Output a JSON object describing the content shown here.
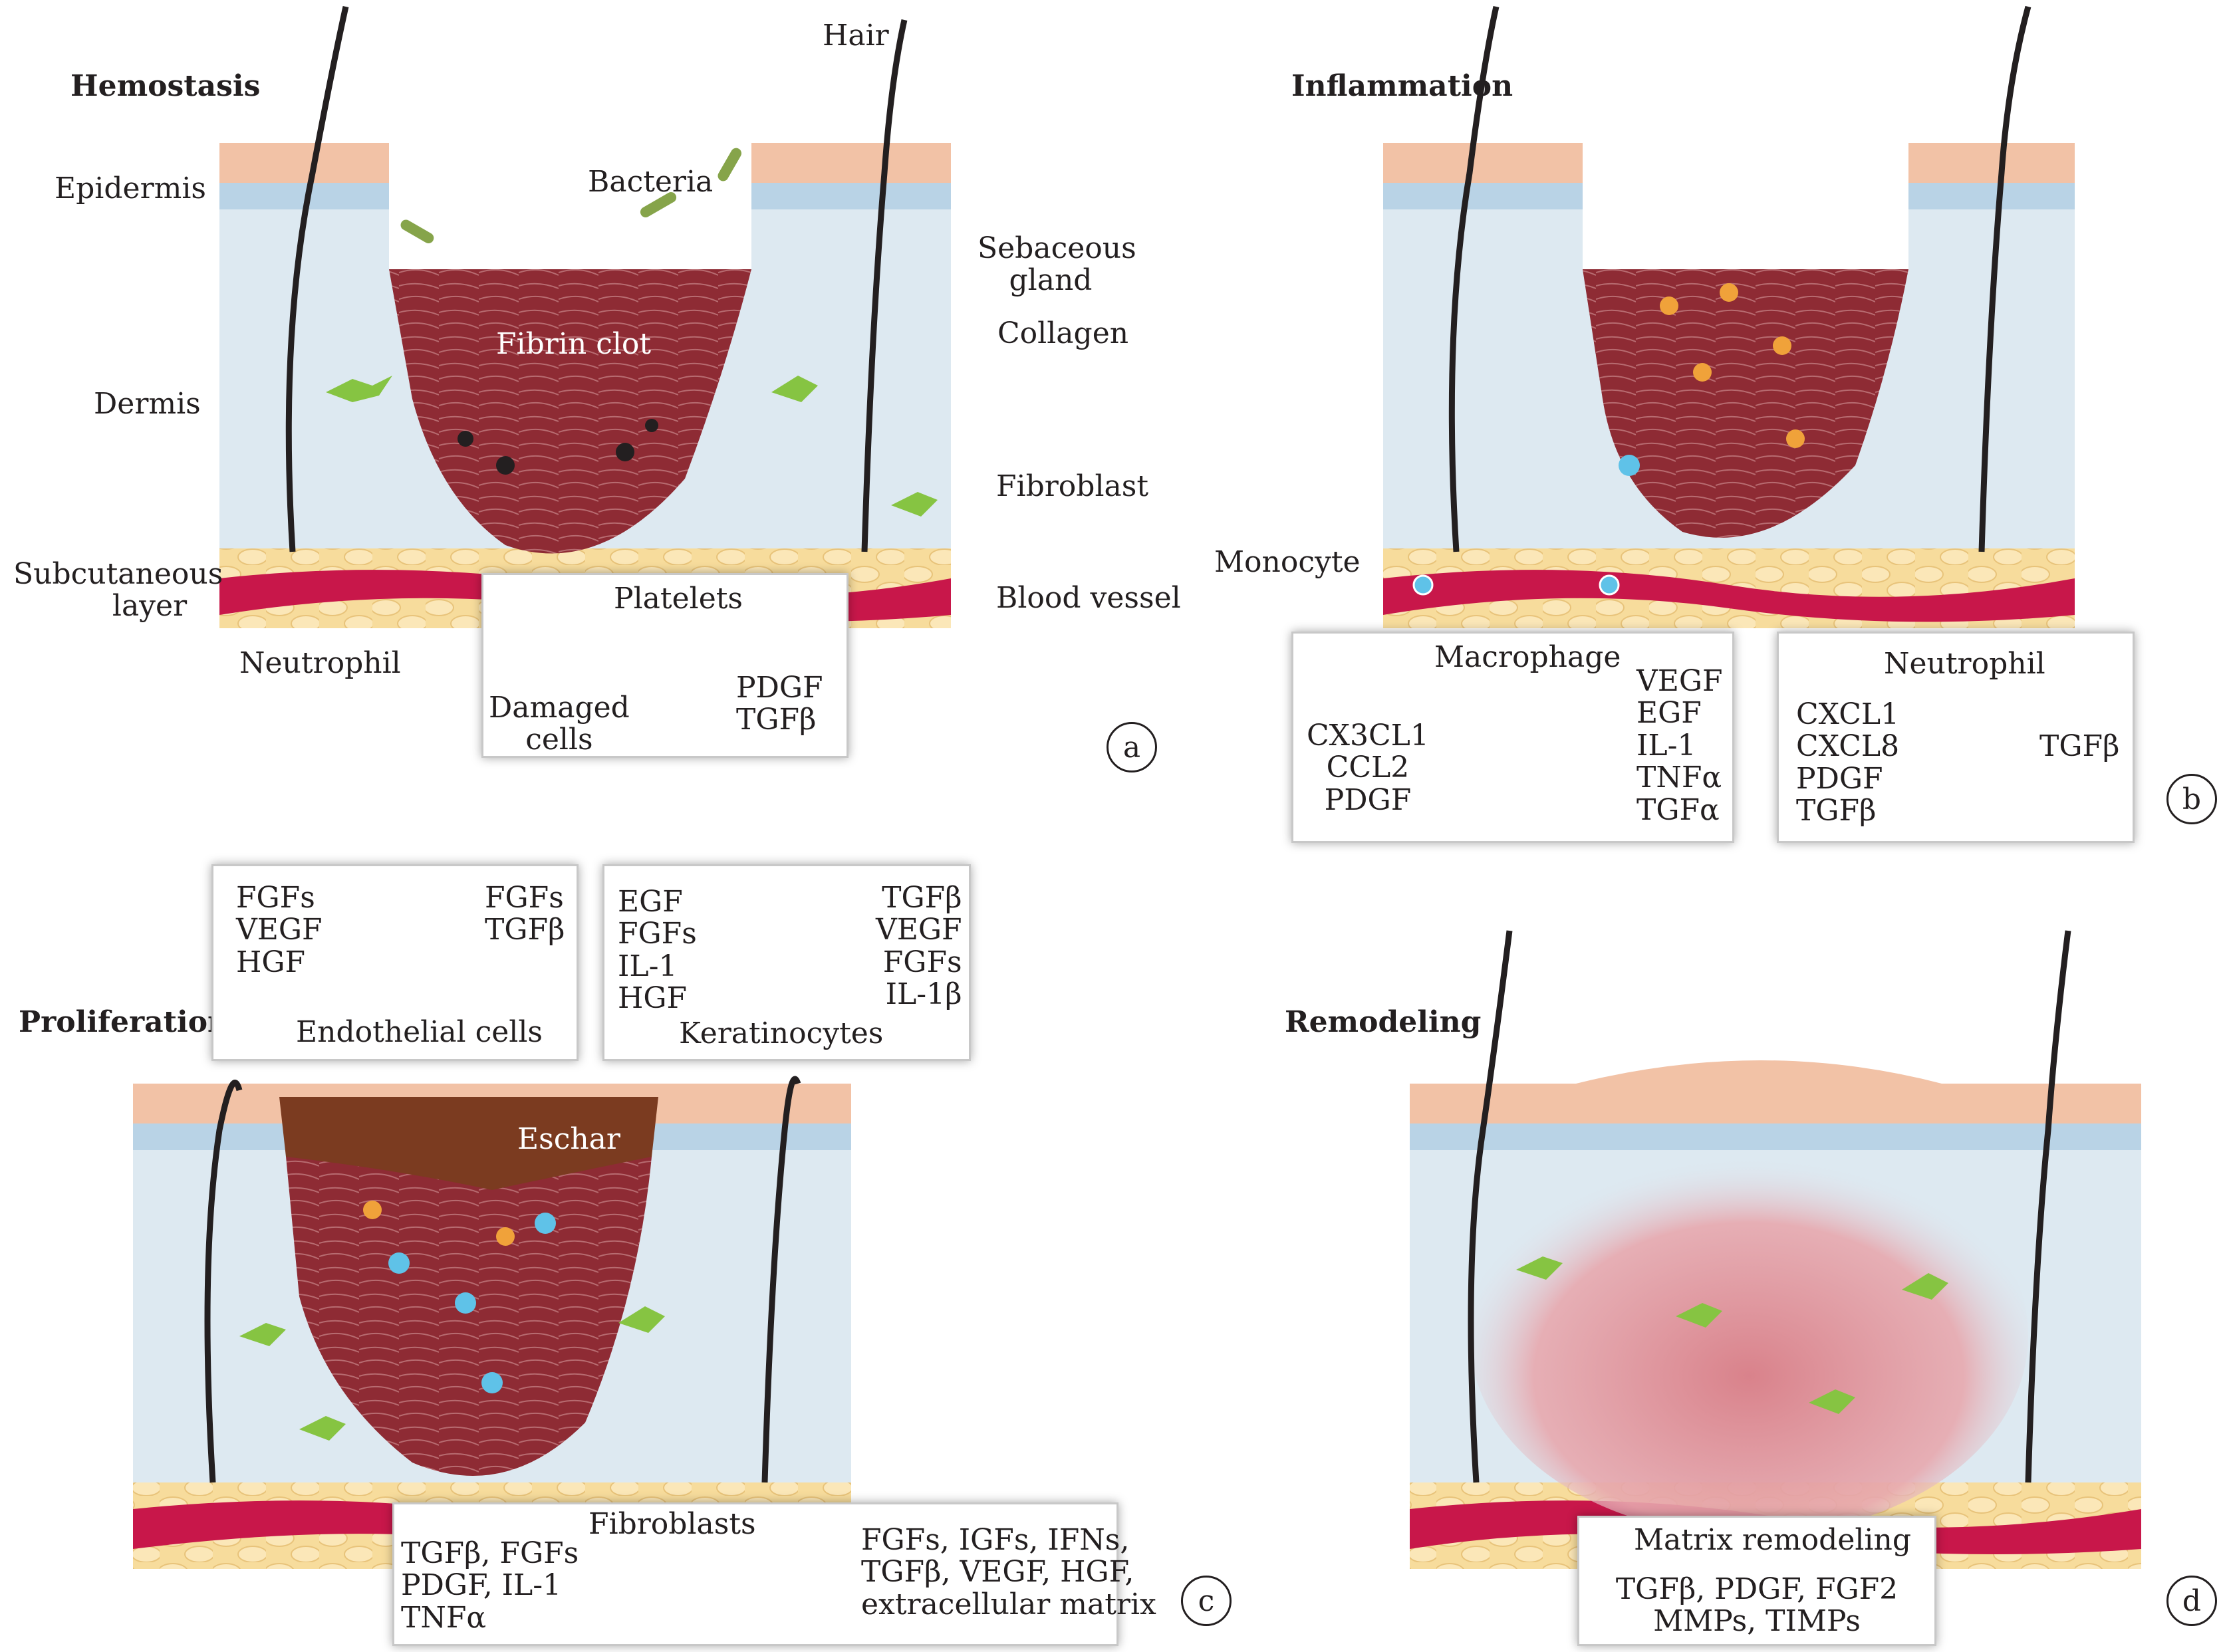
{
  "panels": {
    "a": {
      "letter": "a",
      "title": "Hemostasis",
      "labels": {
        "hair": "Hair",
        "epidermis": "Epidermis",
        "dermis": "Dermis",
        "subcutaneous_1": "Subcutaneous",
        "subcutaneous_2": "layer",
        "bacteria": "Bacteria",
        "sebaceous_1": "Sebaceous",
        "sebaceous_2": "gland",
        "collagen": "Collagen",
        "fibrin_clot": "Fibrin clot",
        "fibroblast": "Fibroblast",
        "blood_vessel": "Blood vessel",
        "neutrophil": "Neutrophil"
      },
      "inset": {
        "title": "Platelets",
        "damaged_1": "Damaged",
        "damaged_2": "cells",
        "factors": [
          "PDGF",
          "TGFβ"
        ]
      }
    },
    "b": {
      "letter": "b",
      "title": "Inflammation",
      "monocyte": "Monocyte",
      "macrophage": {
        "title": "Macrophage",
        "left": [
          "CX3CL1",
          "CCL2",
          "PDGF"
        ],
        "right": [
          "VEGF",
          "EGF",
          "IL-1",
          "TNFα",
          "TGFα"
        ]
      },
      "neutrophil": {
        "title": "Neutrophil",
        "left": [
          "CXCL1",
          "CXCL8",
          "PDGF",
          "TGFβ"
        ],
        "right": [
          "TGFβ"
        ]
      }
    },
    "c": {
      "letter": "c",
      "title": "Proliferation",
      "eschar": "Eschar",
      "endothelial": {
        "title": "Endothelial cells",
        "left": [
          "FGFs",
          "VEGF",
          "HGF"
        ],
        "right": [
          "FGFs",
          "TGFβ"
        ]
      },
      "keratinocytes": {
        "title": "Keratinocytes",
        "left": [
          "EGF",
          "FGFs",
          "IL-1",
          "HGF"
        ],
        "right": [
          "TGFβ",
          "VEGF",
          "FGFs",
          "IL-1β"
        ]
      },
      "fibroblasts": {
        "title": "Fibroblasts",
        "left": [
          "TGFβ, FGFs",
          "PDGF, IL-1",
          "TNFα"
        ],
        "right": [
          "FGFs, IGFs, IFNs,",
          "TGFβ, VEGF, HGF,",
          "extracellular matrix"
        ]
      }
    },
    "d": {
      "letter": "d",
      "title": "Remodeling",
      "matrix": {
        "title": "Matrix remodeling",
        "lines": [
          "TGFβ, PDGF, FGF2",
          "MMPs, TIMPs"
        ]
      }
    }
  },
  "colors": {
    "epidermis": "#f2c2a6",
    "dermis": "#dde9f1",
    "clot": "#8e2b34",
    "subcutaneous": "#f7dc9c",
    "vessel": "#c8174a",
    "fibroblast": "#86c442",
    "eschar": "#7b3b20"
  }
}
